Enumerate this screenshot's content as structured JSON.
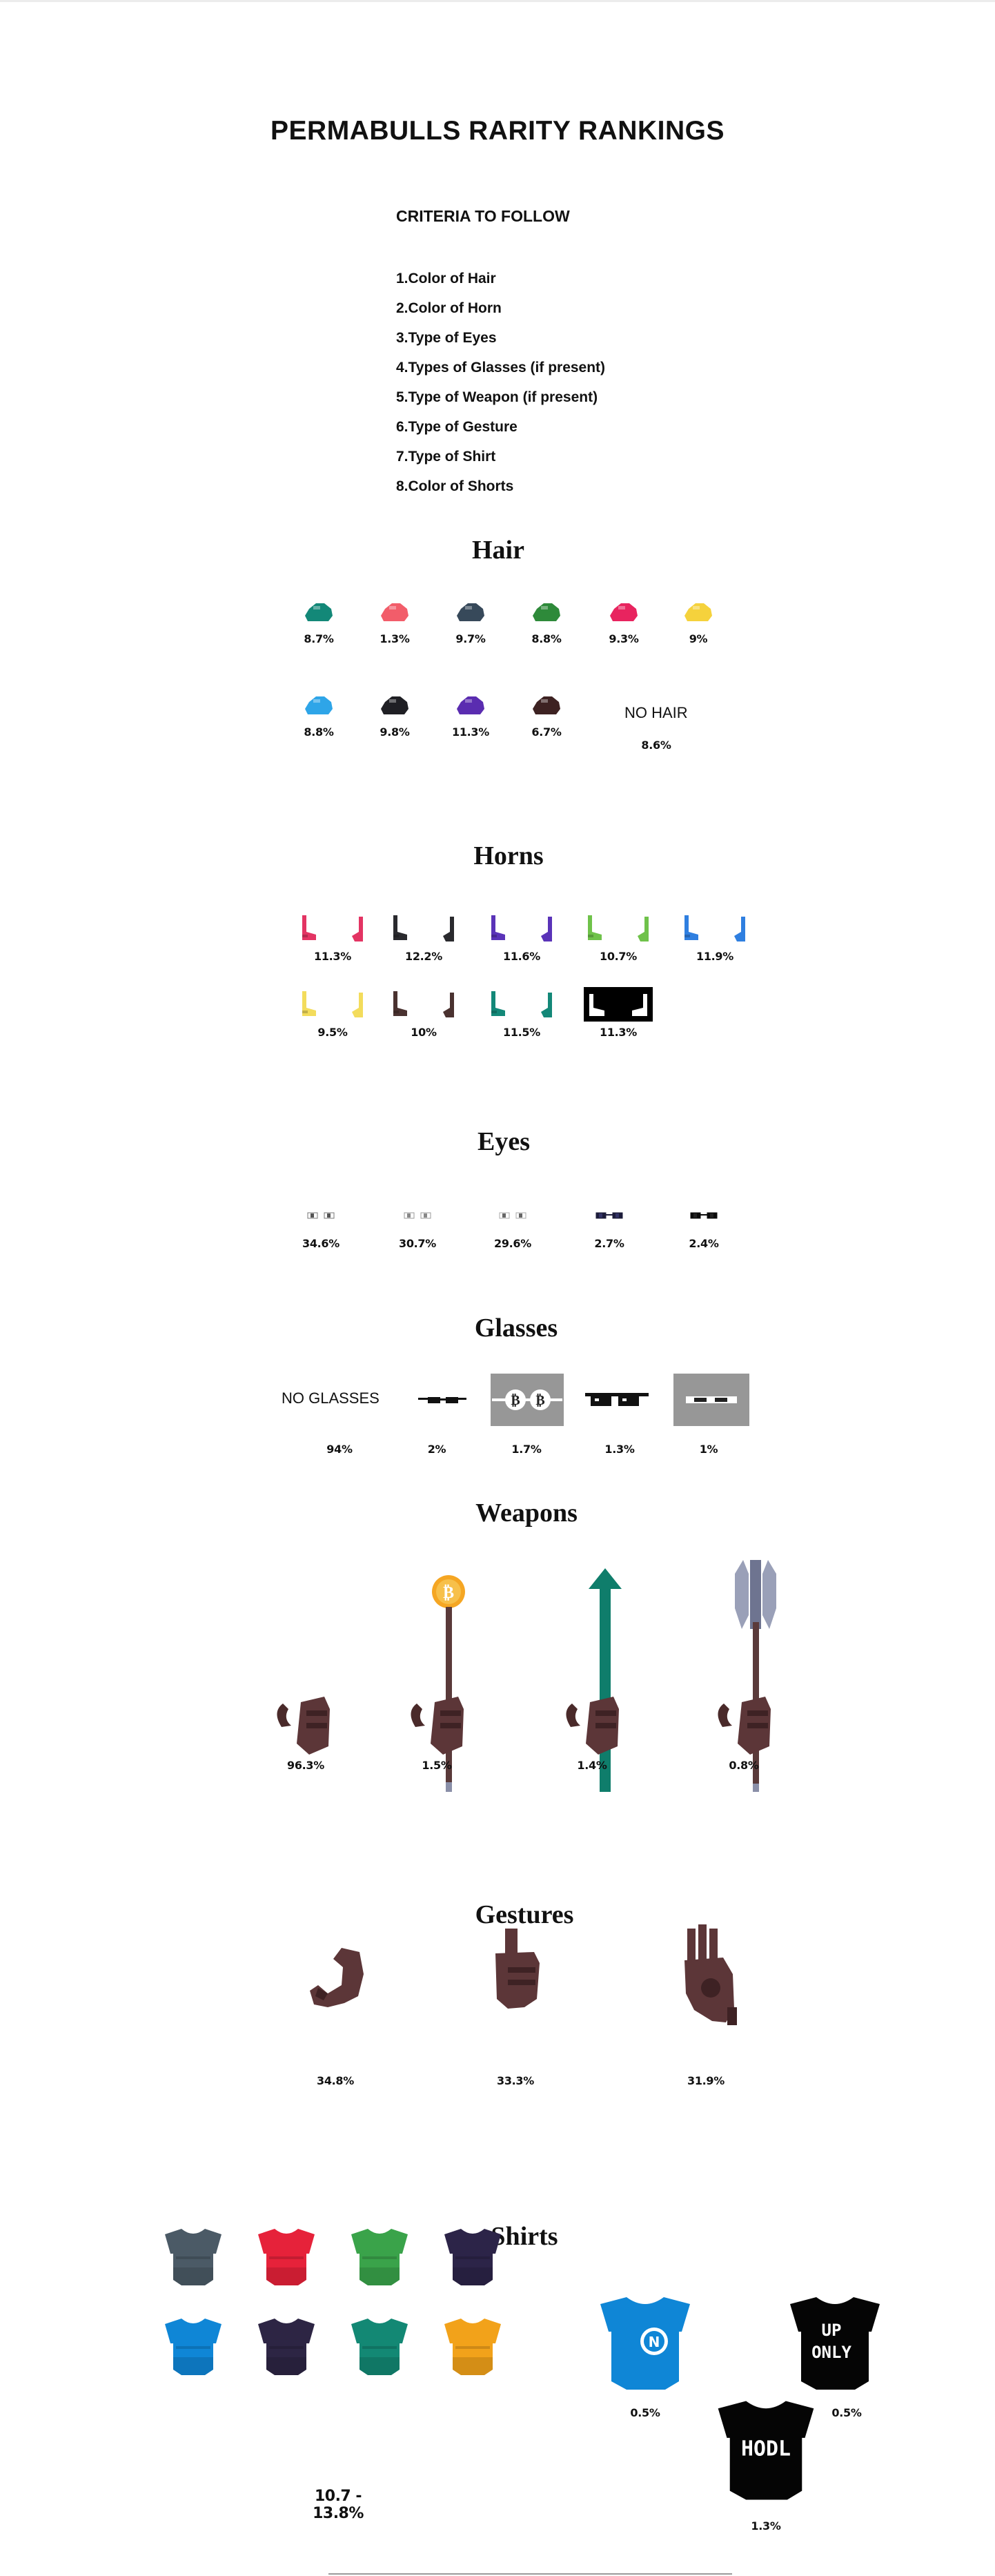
{
  "page": {
    "title": "PERMABULLS RARITY RANKINGS",
    "criteria_heading": "CRITERIA TO FOLLOW",
    "criteria": [
      "1.Color of Hair",
      "2.Color of Horn",
      "3.Type of Eyes",
      "4.Types of Glasses (if present)",
      "5.Type of Weapon (if present)",
      "6.Type of Gesture",
      "7.Type of Shirt",
      "8.Color of Shorts"
    ]
  },
  "hair": {
    "heading": "Hair",
    "items": [
      {
        "color": "#138878",
        "pct": "8.7%"
      },
      {
        "color": "#f25d6a",
        "pct": "1.3%"
      },
      {
        "color": "#37495a",
        "pct": "9.7%"
      },
      {
        "color": "#2e8a3a",
        "pct": "8.8%"
      },
      {
        "color": "#e8245f",
        "pct": "9.3%"
      },
      {
        "color": "#f5d23c",
        "pct": "9%"
      },
      {
        "color": "#2ea5e8",
        "pct": "8.8%"
      },
      {
        "color": "#1f1f24",
        "pct": "9.8%"
      },
      {
        "color": "#5a2cb0",
        "pct": "11.3%"
      },
      {
        "color": "#3d2222",
        "pct": "6.7%"
      }
    ],
    "no_hair_label": "NO HAIR",
    "no_hair_pct": "8.6%"
  },
  "horns": {
    "heading": "Horns",
    "items": [
      {
        "color": "#e33463",
        "pct": "11.3%"
      },
      {
        "color": "#2a2a2e",
        "pct": "12.2%"
      },
      {
        "color": "#5a33b8",
        "pct": "11.6%"
      },
      {
        "color": "#6fc24a",
        "pct": "10.7%"
      },
      {
        "color": "#2f7fe0",
        "pct": "11.9%"
      },
      {
        "color": "#f3dc5c",
        "pct": "9.5%"
      },
      {
        "color": "#4a3230",
        "pct": "10%"
      },
      {
        "color": "#138878",
        "pct": "11.5%"
      },
      {
        "color": "#ffffff",
        "pct": "11.3%"
      }
    ]
  },
  "eyes": {
    "heading": "Eyes",
    "items": [
      {
        "icon": "plain-eyes-icon",
        "pct": "34.6%"
      },
      {
        "icon": "wide-eyes-icon",
        "pct": "30.7%"
      },
      {
        "icon": "squint-eyes-icon",
        "pct": "29.6%"
      },
      {
        "icon": "dark-eyes-icon",
        "pct": "2.7%"
      },
      {
        "icon": "black-eyes-icon",
        "pct": "2.4%"
      }
    ]
  },
  "glasses": {
    "heading": "Glasses",
    "none_label": "NO GLASSES",
    "items": [
      {
        "icon": "no-glasses",
        "pct": "94%"
      },
      {
        "icon": "slim-glasses-icon",
        "pct": "2%"
      },
      {
        "icon": "bitcoin-glasses-icon",
        "pct": "1.7%"
      },
      {
        "icon": "pixel-sunglasses-icon",
        "pct": "1.3%"
      },
      {
        "icon": "visor-glasses-icon",
        "pct": "1%"
      }
    ]
  },
  "weapons": {
    "heading": "Weapons",
    "items": [
      {
        "icon": "bare-hand-icon",
        "pct": "96.3%"
      },
      {
        "icon": "bitcoin-staff-icon",
        "pct": "1.5%"
      },
      {
        "icon": "green-arrow-staff-icon",
        "pct": "1.4%"
      },
      {
        "icon": "battle-axe-icon",
        "pct": "0.8%"
      }
    ]
  },
  "gestures": {
    "heading": "Gestures",
    "items": [
      {
        "icon": "flex-arm-icon",
        "pct": "34.8%"
      },
      {
        "icon": "thumbs-up-icon",
        "pct": "33.3%"
      },
      {
        "icon": "ok-hand-icon",
        "pct": "31.9%"
      }
    ]
  },
  "shirts": {
    "heading": "Shirts",
    "common_colors": [
      "#4b5a66",
      "#e6223a",
      "#3aa34a",
      "#2c2448",
      "#0f86d6",
      "#2d2544",
      "#138874",
      "#f2a21a"
    ],
    "common_pct": "10.7 - 13.8%",
    "specials": [
      {
        "icon": "blue-n-logo-shirt-icon",
        "pct": "0.5%"
      },
      {
        "icon": "up-only-shirt-icon",
        "pct": "0.5%",
        "text_top": "UP",
        "text_bottom": "ONLY"
      },
      {
        "icon": "hodl-shirt-icon",
        "pct": "1.3%",
        "text": "HODL"
      }
    ]
  }
}
